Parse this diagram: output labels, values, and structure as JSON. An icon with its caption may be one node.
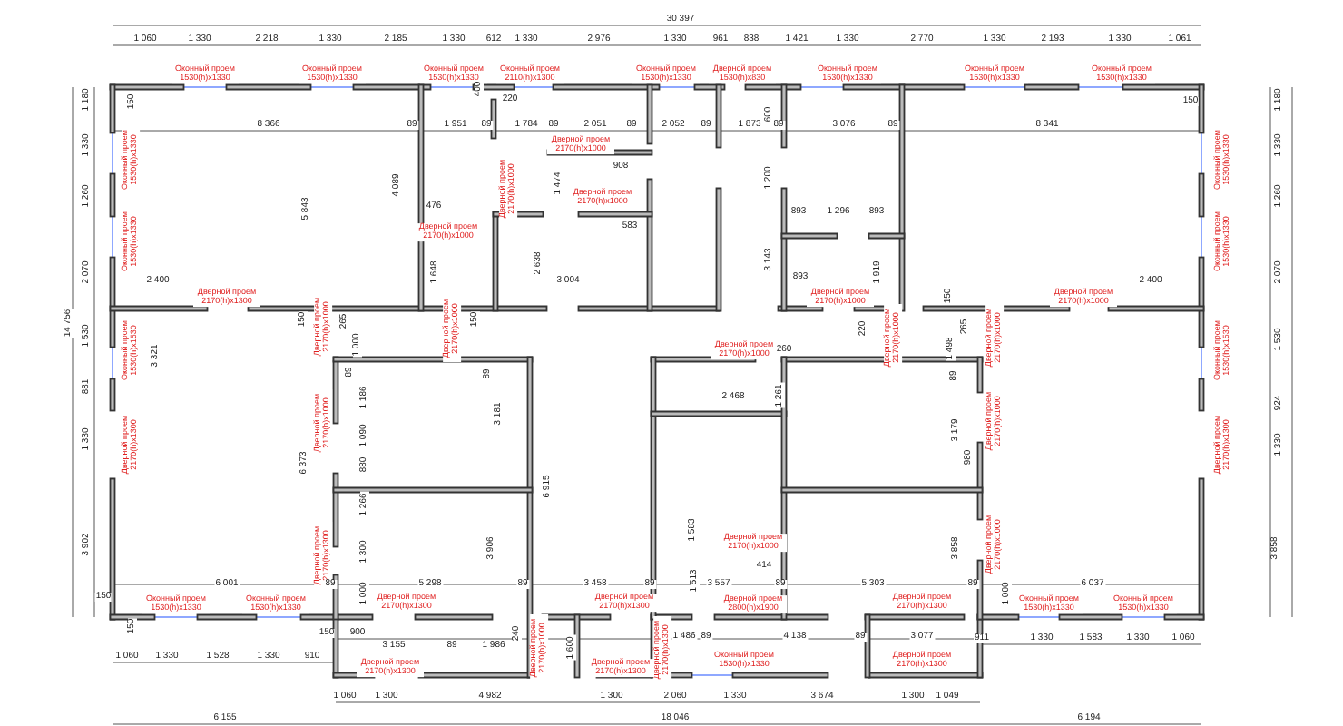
{
  "diagram": {
    "labels": [
      "30 397",
      "1 060",
      "1 330",
      "2 218",
      "1 330",
      "2 185",
      "1 330",
      "612",
      "1 330",
      "2 976",
      "1 330",
      "961",
      "838",
      "1 421",
      "1 330",
      "2 770",
      "1 330",
      "2 193",
      "1 330",
      "1 061",
      "Оконный проем 1530(h)x1330",
      "Оконный проем 1530(h)x1330",
      "Оконный проем 1530(h)x1330",
      "Оконный проем 2110(h)x1300",
      "Оконный проем 1530(h)x1330",
      "Дверной проем 1530(h)x830",
      "Оконный проем 1530(h)x1330",
      "Оконный проем 1530(h)x1330",
      "Оконный проем 1530(h)x1330",
      "150",
      "400",
      "220",
      "600",
      "150",
      "8 366",
      "89",
      "1 951",
      "89",
      "1 784",
      "89",
      "2 051",
      "89",
      "2 052",
      "89",
      "1 873",
      "89",
      "3 076",
      "89",
      "8 341",
      "Оконный проем 1530(h)x1330",
      "Дверной проем 2170(h)x1000",
      "908",
      "Оконный проем 1530(h)x1330",
      "4 089",
      "Дверной проем 2170(h)x1000",
      "1 474",
      "1 200",
      "5 843",
      "476",
      "Дверной проем 2170(h)x1000",
      "893",
      "1 296",
      "893",
      "Оконный проем 1530(h)x1330",
      "Дверной проем 2170(h)x1000",
      "583",
      "Оконный проем 1530(h)x1330",
      "1 648",
      "2 638",
      "3 143",
      "893",
      "1 919",
      "2 400",
      "3 004",
      "2 400",
      "Дверной проем 2170(h)x1300",
      "Дверной проем 2170(h)x1000",
      "Дверной проем 2170(h)x1000",
      "150",
      "Дверной проем 2170(h)x1000",
      "265",
      "1 000",
      "Дверной проем 2170(h)x1000",
      "150",
      "150",
      "220",
      "Дверной проем 2170(h)x1000",
      "1 498",
      "265",
      "Дверной проем 2170(h)x1000",
      "3 321",
      "Оконный проем 1530(h)x1530",
      "Оконный проем 1530(h)x1530",
      "Дверной проем 2170(h)x1000",
      "260",
      "89",
      "89",
      "89",
      "1 186",
      "2 468",
      "1 261",
      "3 181",
      "Дверной проем 2170(h)x1000",
      "Дверной проем 2170(h)x1000",
      "1 090",
      "3 179",
      "Дверной проем 2170(h)x1300",
      "Дверной проем 2170(h)x1300",
      "980",
      "6 373",
      "880",
      "6 915",
      "1 266",
      "Дверной проем 2170(h)x1300",
      "1 300",
      "3 906",
      "1 583",
      "Дверной проем 2170(h)x1000",
      "3 858",
      "Дверной проем 2170(h)x1000",
      "414",
      "1 513",
      "150",
      "Оконный проем 1530(h)x1330",
      "6 001",
      "Оконный проем 1530(h)x1330",
      "89",
      "1 000",
      "Дверной проем 2170(h)x1300",
      "5 298",
      "89",
      "3 458",
      "Дверной проем 2170(h)x1300",
      "89",
      "3 557",
      "Дверной проем 2800(h)x1900",
      "89",
      "5 303",
      "Дверной проем 2170(h)x1300",
      "89",
      "1 000",
      "Оконный проем 1530(h)x1330",
      "6 037",
      "Оконный проем 1530(h)x1330",
      "150",
      "150",
      "900",
      "240",
      "1 486",
      "89",
      "4 138",
      "89",
      "3 077",
      "911",
      "1 330",
      "1 583",
      "1 330",
      "1 060",
      "3 155",
      "89",
      "1 986",
      "Дверной проем 2170(h)x1000",
      "1 600",
      "Дверной проем 2170(h)x1300",
      "1 060",
      "1 330",
      "1 528",
      "1 330",
      "910",
      "Дверной проем 2170(h)x1300",
      "Дверной проем 2170(h)x1300",
      "Оконный проем 1530(h)x1330",
      "Дверной проем 2170(h)x1300",
      "1 060",
      "1 300",
      "4 982",
      "1 300",
      "2 060",
      "1 330",
      "3 674",
      "1 300",
      "1 049",
      "6 155",
      "18 046",
      "6 194",
      "14 756",
      "1 180",
      "1 330",
      "1 260",
      "2 070",
      "1 530",
      "881",
      "1 330",
      "3 902",
      "1 180",
      "1 330",
      "1 260",
      "2 070",
      "1 530",
      "924",
      "1 330",
      "3 858"
    ]
  }
}
